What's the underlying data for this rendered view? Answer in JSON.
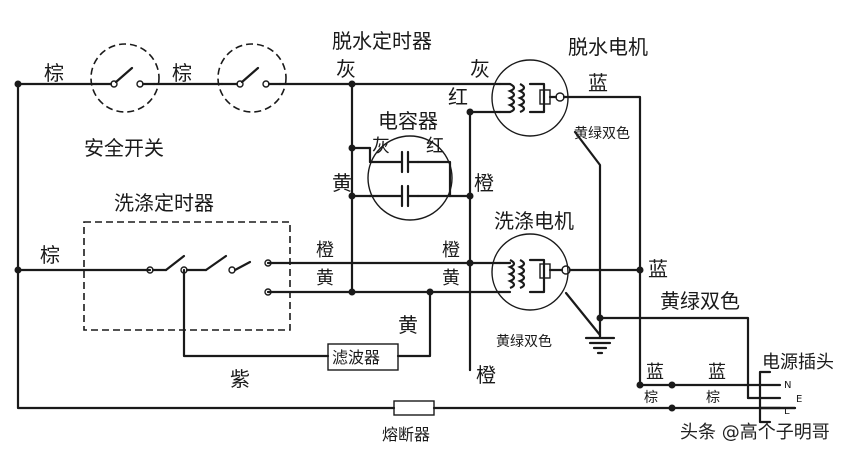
{
  "labels": {
    "brown_left_top": "棕",
    "brown_mid_top": "棕",
    "safety_switch": "安全开关",
    "spin_timer": "脱水定时器",
    "gray_spin_timer": "灰",
    "gray_motor_in": "灰",
    "spin_motor": "脱水电机",
    "blue_spin_motor": "蓝",
    "red_right": "红",
    "yg_spin_motor": "黄绿双色",
    "capacitor": "电容器",
    "cap_gray": "灰",
    "cap_red": "红",
    "cap_yellow": "黄",
    "cap_orange": "橙",
    "wash_timer": "洗涤定时器",
    "brown_left_mid": "棕",
    "orange_left": "橙",
    "yellow_left": "黄",
    "orange_right": "橙",
    "yellow_right": "黄",
    "wash_motor": "洗涤电机",
    "blue_right": "蓝",
    "yg_wire": "黄绿双色",
    "yg_wash_motor": "黄绿双色",
    "yellow_filter": "黄",
    "filter": "滤波器",
    "purple": "紫",
    "orange_bottom": "橙",
    "blue_plug_a": "蓝",
    "blue_plug_b": "蓝",
    "brown_plug_a": "棕",
    "brown_plug_b": "棕",
    "power_plug": "电源插头",
    "plug_n": "N",
    "plug_e": "E",
    "plug_l": "L",
    "fuse": "熔断器"
  },
  "watermark": "头条 @高个子明哥"
}
